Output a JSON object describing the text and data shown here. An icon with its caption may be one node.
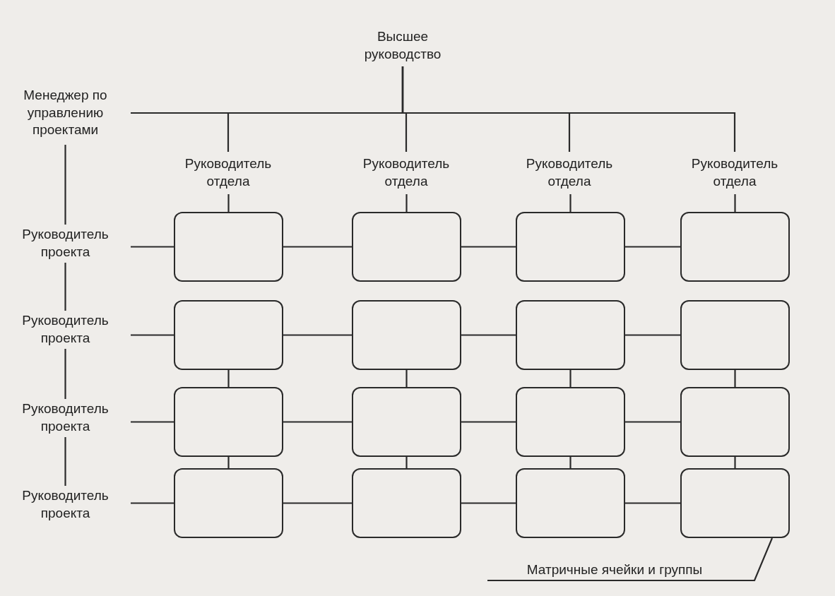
{
  "diagram": {
    "nodes": [
      {
        "text": [
          "Высшее руководство"
        ]
      },
      {
        "text": [
          "Менеджер по управлению проектами"
        ]
      },
      {
        "text": [
          "Руководитель отдела"
        ]
      },
      {
        "text": [
          "Руководитель отдела"
        ]
      },
      {
        "text": [
          "Руководитель отдела"
        ]
      },
      {
        "text": [
          "Руководитель отдела"
        ]
      },
      {
        "text": [
          "Руководитель проекта"
        ]
      },
      {
        "text": [
          "Руководитель проекта"
        ]
      },
      {
        "text": [
          "Руководитель проекта"
        ]
      },
      {
        "text": [
          "Руководитель проекта"
        ]
      },
      {
        "text": [],
        "shape": "box"
      },
      {
        "text": [],
        "shape": "box"
      },
      {
        "text": [],
        "shape": "box"
      },
      {
        "text": [],
        "shape": "box"
      },
      {
        "text": [],
        "shape": "box"
      },
      {
        "text": [],
        "shape": "box"
      },
      {
        "text": [],
        "shape": "box"
      },
      {
        "text": [],
        "shape": "box"
      },
      {
        "text": [],
        "shape": "box"
      },
      {
        "text": [],
        "shape": "box"
      },
      {
        "text": [],
        "shape": "box"
      },
      {
        "text": [],
        "shape": "box"
      },
      {
        "text": [],
        "shape": "box"
      },
      {
        "text": [],
        "shape": "box"
      },
      {
        "text": [],
        "shape": "box"
      },
      {
        "text": [],
        "shape": "box"
      },
      {
        "text": [
          "Матричные ячейки и группы"
        ]
      }
    ],
    "edges": [
      {
        "from": 0,
        "to": 1,
        "arrow": "none"
      },
      {
        "from": 0,
        "to": 2,
        "arrow": "none"
      },
      {
        "from": 0,
        "to": 3,
        "arrow": "none"
      },
      {
        "from": 0,
        "to": 4,
        "arrow": "none"
      },
      {
        "from": 0,
        "to": 5,
        "arrow": "none"
      },
      {
        "from": 1,
        "to": 6,
        "arrow": "none"
      },
      {
        "from": 6,
        "to": 7,
        "arrow": "none"
      },
      {
        "from": 7,
        "to": 8,
        "arrow": "none"
      },
      {
        "from": 8,
        "to": 9,
        "arrow": "none"
      },
      {
        "from": 2,
        "to": 10,
        "arrow": "none"
      },
      {
        "from": 3,
        "to": 11,
        "arrow": "none"
      },
      {
        "from": 4,
        "to": 12,
        "arrow": "none"
      },
      {
        "from": 5,
        "to": 13,
        "arrow": "none"
      },
      {
        "from": 6,
        "to": 10,
        "arrow": "none"
      },
      {
        "from": 7,
        "to": 14,
        "arrow": "none"
      },
      {
        "from": 8,
        "to": 18,
        "arrow": "none"
      },
      {
        "from": 9,
        "to": 22,
        "arrow": "none"
      },
      {
        "from": 10,
        "to": 11,
        "arrow": "none"
      },
      {
        "from": 11,
        "to": 12,
        "arrow": "none"
      },
      {
        "from": 12,
        "to": 13,
        "arrow": "none"
      },
      {
        "from": 14,
        "to": 15,
        "arrow": "none"
      },
      {
        "from": 15,
        "to": 16,
        "arrow": "none"
      },
      {
        "from": 16,
        "to": 17,
        "arrow": "none"
      },
      {
        "from": 18,
        "to": 19,
        "arrow": "none"
      },
      {
        "from": 19,
        "to": 20,
        "arrow": "none"
      },
      {
        "from": 20,
        "to": 21,
        "arrow": "none"
      },
      {
        "from": 22,
        "to": 23,
        "arrow": "none"
      },
      {
        "from": 23,
        "to": 24,
        "arrow": "none"
      },
      {
        "from": 24,
        "to": 25,
        "arrow": "none"
      },
      {
        "from": 14,
        "to": 18,
        "arrow": "none"
      },
      {
        "from": 15,
        "to": 19,
        "arrow": "none"
      },
      {
        "from": 16,
        "to": 20,
        "arrow": "none"
      },
      {
        "from": 17,
        "to": 21,
        "arrow": "none"
      },
      {
        "from": 18,
        "to": 22,
        "arrow": "none"
      },
      {
        "from": 19,
        "to": 23,
        "arrow": "none"
      },
      {
        "from": 20,
        "to": 24,
        "arrow": "none"
      },
      {
        "from": 21,
        "to": 25,
        "arrow": "none"
      },
      {
        "from": 26,
        "to": 25,
        "arrow": "none"
      }
    ]
  }
}
